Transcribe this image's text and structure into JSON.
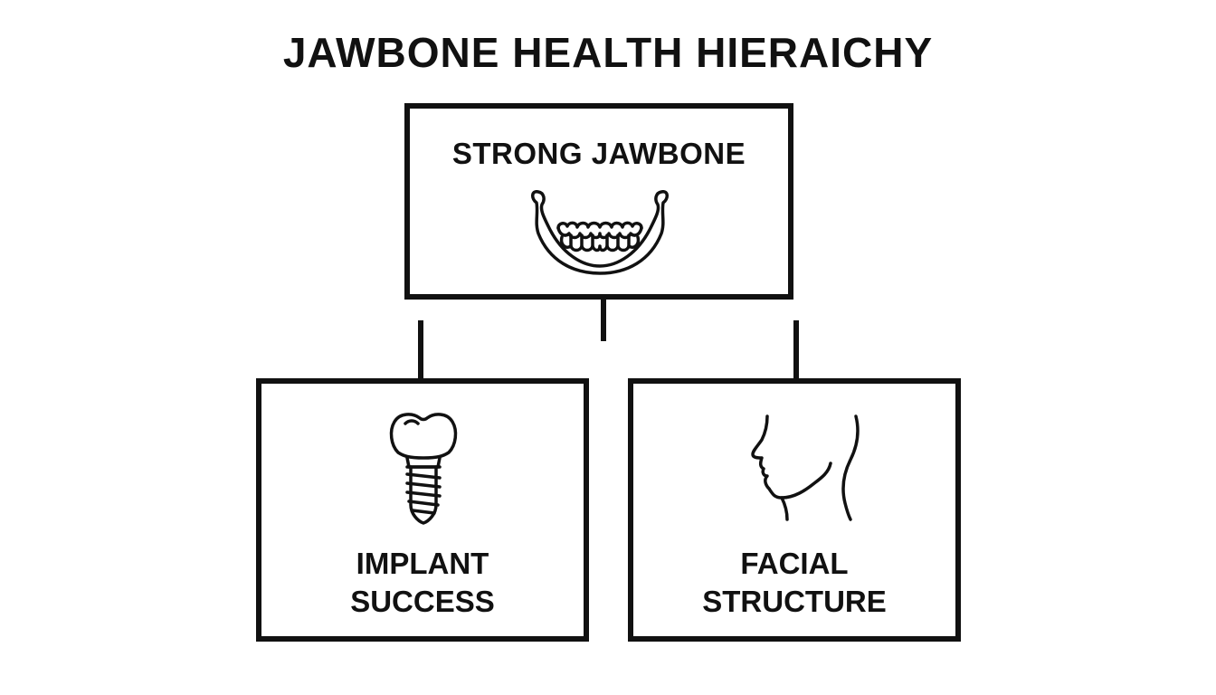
{
  "diagram": {
    "title": "JAWBONE HEALTH HIERAICHY",
    "root": {
      "label": "STRONG JAWBONE",
      "icon": "jawbone-icon"
    },
    "children": [
      {
        "label_line1": "IMPLANT",
        "label_line2": "SUCCESS",
        "icon": "dental-implant-icon"
      },
      {
        "label_line1": "FACIAL",
        "label_line2": "STRUCTURE",
        "icon": "face-profile-icon"
      }
    ],
    "colors": {
      "ink": "#111111",
      "background": "#ffffff"
    }
  }
}
